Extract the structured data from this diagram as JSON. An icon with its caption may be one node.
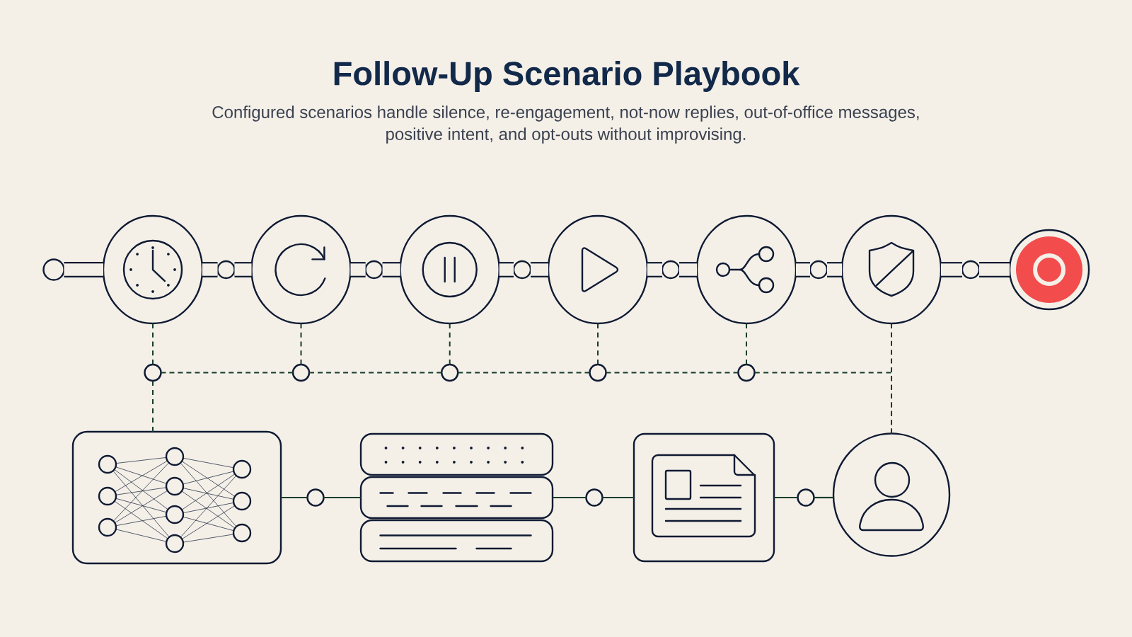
{
  "diagram": {
    "title": "Follow-Up Scenario Playbook",
    "caption": "Configured scenarios handle silence, re-engagement, not-now replies, out-of-office messages, positive intent, and opt-outs without improvising.",
    "nodes": [
      {
        "text": [],
        "shape": "circle"
      },
      {
        "text": [],
        "shape": "circle"
      },
      {
        "text": [],
        "shape": "circle"
      },
      {
        "text": [],
        "shape": "circle"
      },
      {
        "text": [],
        "shape": "circle"
      },
      {
        "text": [],
        "shape": "circle"
      },
      {
        "text": [],
        "shape": "circle"
      },
      {
        "text": [],
        "shape": "circle"
      },
      {
        "text": [],
        "shape": "circle"
      },
      {
        "text": [],
        "shape": "circle"
      },
      {
        "text": [],
        "shape": "circle"
      },
      {
        "text": [],
        "shape": "circle"
      },
      {
        "text": [],
        "shape": "circle"
      },
      {
        "text": [],
        "shape": "circle"
      },
      {
        "text": [],
        "shape": "circle"
      },
      {
        "text": [],
        "shape": "circle"
      },
      {
        "text": [],
        "shape": "circle"
      },
      {
        "text": [],
        "shape": "circle"
      },
      {
        "text": [],
        "shape": "circle"
      },
      {
        "text": [],
        "shape": "box"
      },
      {
        "text": [],
        "shape": "circle"
      },
      {
        "text": [],
        "shape": "box"
      },
      {
        "text": [],
        "shape": "box"
      },
      {
        "text": [],
        "shape": "box"
      },
      {
        "text": [],
        "shape": "circle"
      },
      {
        "text": [],
        "shape": "box"
      },
      {
        "text": [],
        "shape": "circle"
      },
      {
        "text": [],
        "shape": "circle"
      }
    ],
    "edges": [
      {
        "from": 0,
        "to": 1,
        "arrow": "none",
        "style": "thick",
        "color": "#0f1a33"
      },
      {
        "from": 1,
        "to": 2,
        "arrow": "none",
        "style": "thick",
        "color": "#0f1a33"
      },
      {
        "from": 2,
        "to": 3,
        "arrow": "none",
        "style": "thick",
        "color": "#0f1a33"
      },
      {
        "from": 3,
        "to": 4,
        "arrow": "none",
        "style": "thick",
        "color": "#0f1a33"
      },
      {
        "from": 4,
        "to": 5,
        "arrow": "none",
        "style": "thick",
        "color": "#0f1a33"
      },
      {
        "from": 5,
        "to": 6,
        "arrow": "none",
        "style": "thick",
        "color": "#0f1a33"
      },
      {
        "from": 6,
        "to": 7,
        "arrow": "none",
        "style": "thick",
        "color": "#0f1a33"
      },
      {
        "from": 7,
        "to": 8,
        "arrow": "none",
        "style": "thick",
        "color": "#0f1a33"
      },
      {
        "from": 8,
        "to": 9,
        "arrow": "none",
        "style": "thick",
        "color": "#0f1a33"
      },
      {
        "from": 9,
        "to": 10,
        "arrow": "none",
        "style": "thick",
        "color": "#0f1a33"
      },
      {
        "from": 10,
        "to": 11,
        "arrow": "none",
        "style": "thick",
        "color": "#0f1a33"
      },
      {
        "from": 11,
        "to": 12,
        "arrow": "none",
        "style": "thick",
        "color": "#0f1a33"
      },
      {
        "from": 12,
        "to": 13,
        "arrow": "none",
        "style": "thick",
        "color": "#0f1a33"
      },
      {
        "from": 1,
        "to": 14,
        "arrow": "none",
        "style": "dashed"
      },
      {
        "from": 3,
        "to": 15,
        "arrow": "none",
        "style": "dashed"
      },
      {
        "from": 5,
        "to": 16,
        "arrow": "none",
        "style": "dashed"
      },
      {
        "from": 7,
        "to": 17,
        "arrow": "none",
        "style": "dashed"
      },
      {
        "from": 9,
        "to": 18,
        "arrow": "none",
        "style": "dashed"
      },
      {
        "from": 14,
        "to": 15,
        "arrow": "none",
        "style": "dashed"
      },
      {
        "from": 15,
        "to": 16,
        "arrow": "none",
        "style": "dashed"
      },
      {
        "from": 16,
        "to": 17,
        "arrow": "none",
        "style": "dashed"
      },
      {
        "from": 17,
        "to": 18,
        "arrow": "none",
        "style": "dashed"
      },
      {
        "from": 18,
        "to": 27,
        "arrow": "none",
        "style": "dashed"
      },
      {
        "from": 11,
        "to": 27,
        "arrow": "none",
        "style": "dashed"
      },
      {
        "from": 14,
        "to": 19,
        "arrow": "none",
        "style": "dashed"
      },
      {
        "from": 19,
        "to": 20,
        "arrow": "none"
      },
      {
        "from": 20,
        "to": 22,
        "arrow": "none"
      },
      {
        "from": 22,
        "to": 24,
        "arrow": "none"
      },
      {
        "from": 24,
        "to": 25,
        "arrow": "none"
      },
      {
        "from": 25,
        "to": 26,
        "arrow": "none"
      },
      {
        "from": 26,
        "to": 27,
        "arrow": "none"
      }
    ]
  }
}
